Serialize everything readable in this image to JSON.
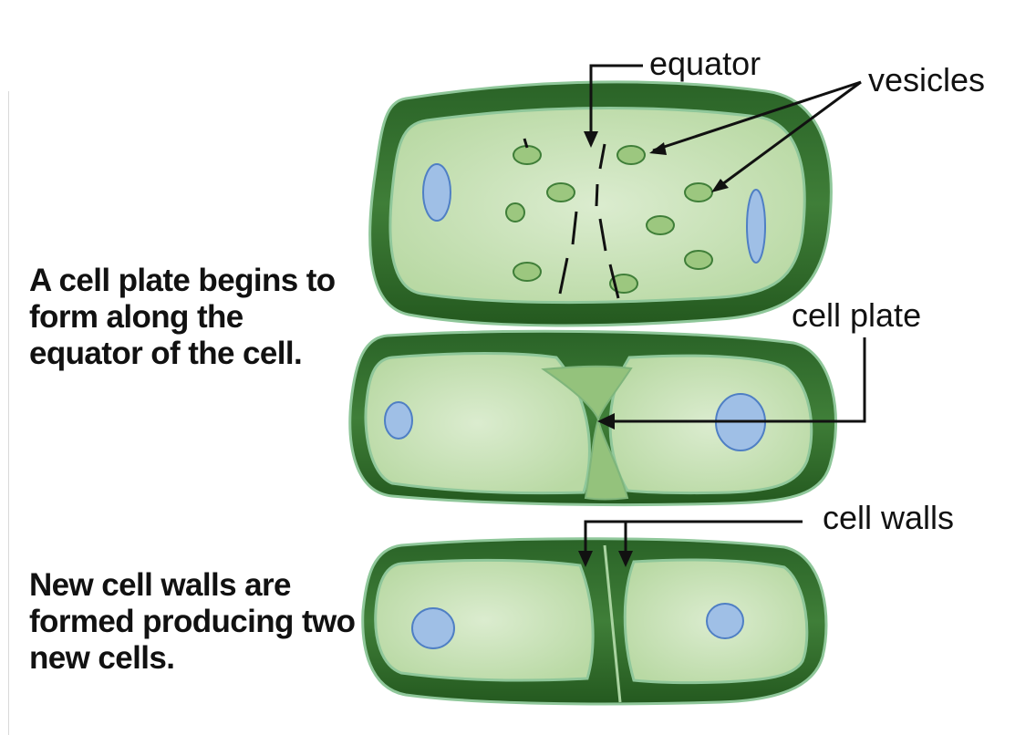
{
  "captions": {
    "top": "A cell plate begins to form along the equator of the cell.",
    "bottom": "New cell walls are formed producing two new cells."
  },
  "labels": {
    "equator": "equator",
    "vesicles": "vesicles",
    "cell_plate": "cell plate",
    "cell_walls": "cell walls"
  },
  "colors": {
    "cell_wall": "#2e6b2b",
    "cytoplasm": "#b9d9a4",
    "cytoplasm_light": "#dbeccf",
    "membrane": "#8fc79a",
    "nucleus": "#9fbfe6",
    "nucleus_outline": "#4f7fc4",
    "vesicle": "#9cc77f",
    "cell_plate": "#94c27c",
    "arrow": "#111111"
  }
}
